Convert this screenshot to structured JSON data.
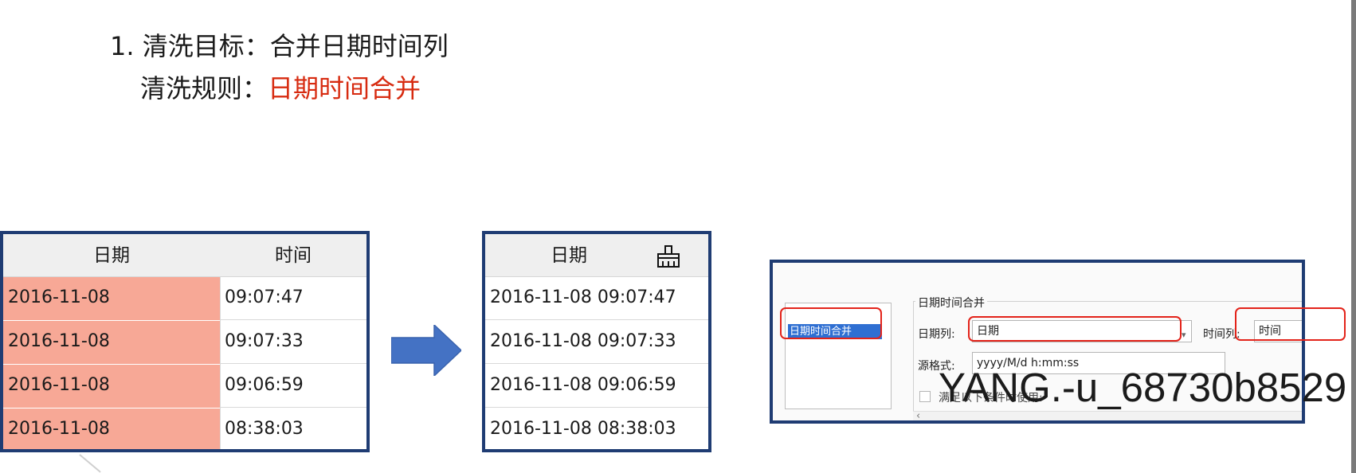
{
  "slide": {
    "goal_text": "1. 清洗目标：合并日期时间列",
    "rule_label": "清洗规则：",
    "rule_value": "日期时间合并",
    "accent_red": "#d72b10",
    "frame_blue": "#1f3c73",
    "highlight_pink": "#f7a896"
  },
  "table_before": {
    "headers": [
      "日期",
      "时间"
    ],
    "rows": [
      [
        "2016-11-08",
        "09:07:47"
      ],
      [
        "2016-11-08",
        "09:07:33"
      ],
      [
        "2016-11-08",
        "09:06:59"
      ],
      [
        "2016-11-08",
        "08:38:03"
      ]
    ]
  },
  "arrow": {
    "icon": "right-arrow-icon",
    "color": "#4472c4"
  },
  "table_after": {
    "headers": [
      "日期"
    ],
    "header_icon": "brush-icon",
    "rows": [
      [
        "2016-11-08 09:07:47"
      ],
      [
        "2016-11-08 09:07:33"
      ],
      [
        "2016-11-08 09:06:59"
      ],
      [
        "2016-11-08 08:38:03"
      ]
    ]
  },
  "dialog": {
    "method_list": [
      "日期时间合并"
    ],
    "group_title": "日期时间合并",
    "date_col_label": "日期列:",
    "date_col_value": "日期",
    "time_col_label": "时间列:",
    "time_col_value": "时间",
    "source_format_label": "源格式:",
    "source_format_value": "yyyy/M/d h:mm:ss",
    "condition_label": "满足以下条件时使用:"
  },
  "watermark": "YANG.-u_68730b8529"
}
